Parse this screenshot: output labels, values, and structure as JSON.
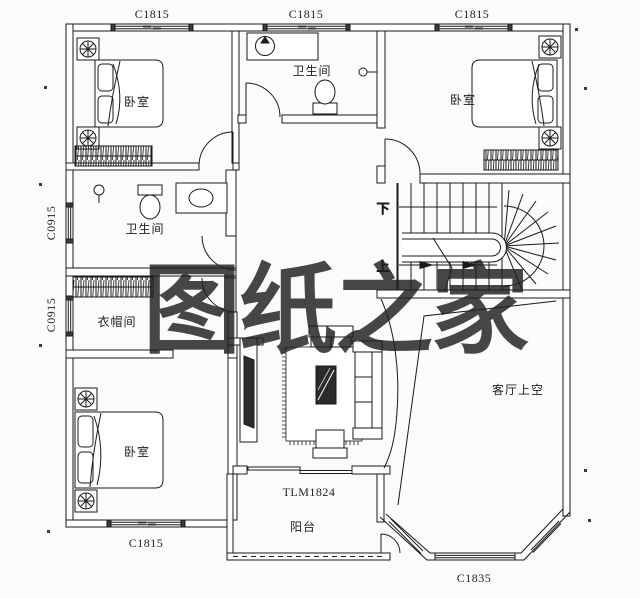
{
  "canvas": {
    "background": "#fbfbfb",
    "line_color": "#1a1a1a"
  },
  "watermark": {
    "text": "图纸之家",
    "color": "#d6392e"
  },
  "window_labels": {
    "top_left": "C1815",
    "top_middle": "C1815",
    "top_right": "C1815",
    "left_upper": "C0915",
    "left_lower": "C0915",
    "bottom_left": "C1815",
    "bay": "C1835",
    "balcony_door": "TLM1824"
  },
  "room_labels": {
    "bedroom_top_left": "卧室",
    "bathroom_top": "卫生间",
    "bedroom_top_right": "卧室",
    "bathroom_left": "卫生间",
    "cloakroom": "衣帽间",
    "bedroom_bottom_left": "卧室",
    "living_room_void": "客厅上空",
    "balcony": "阳台"
  },
  "stair_labels": {
    "down": "下",
    "up": "上"
  }
}
